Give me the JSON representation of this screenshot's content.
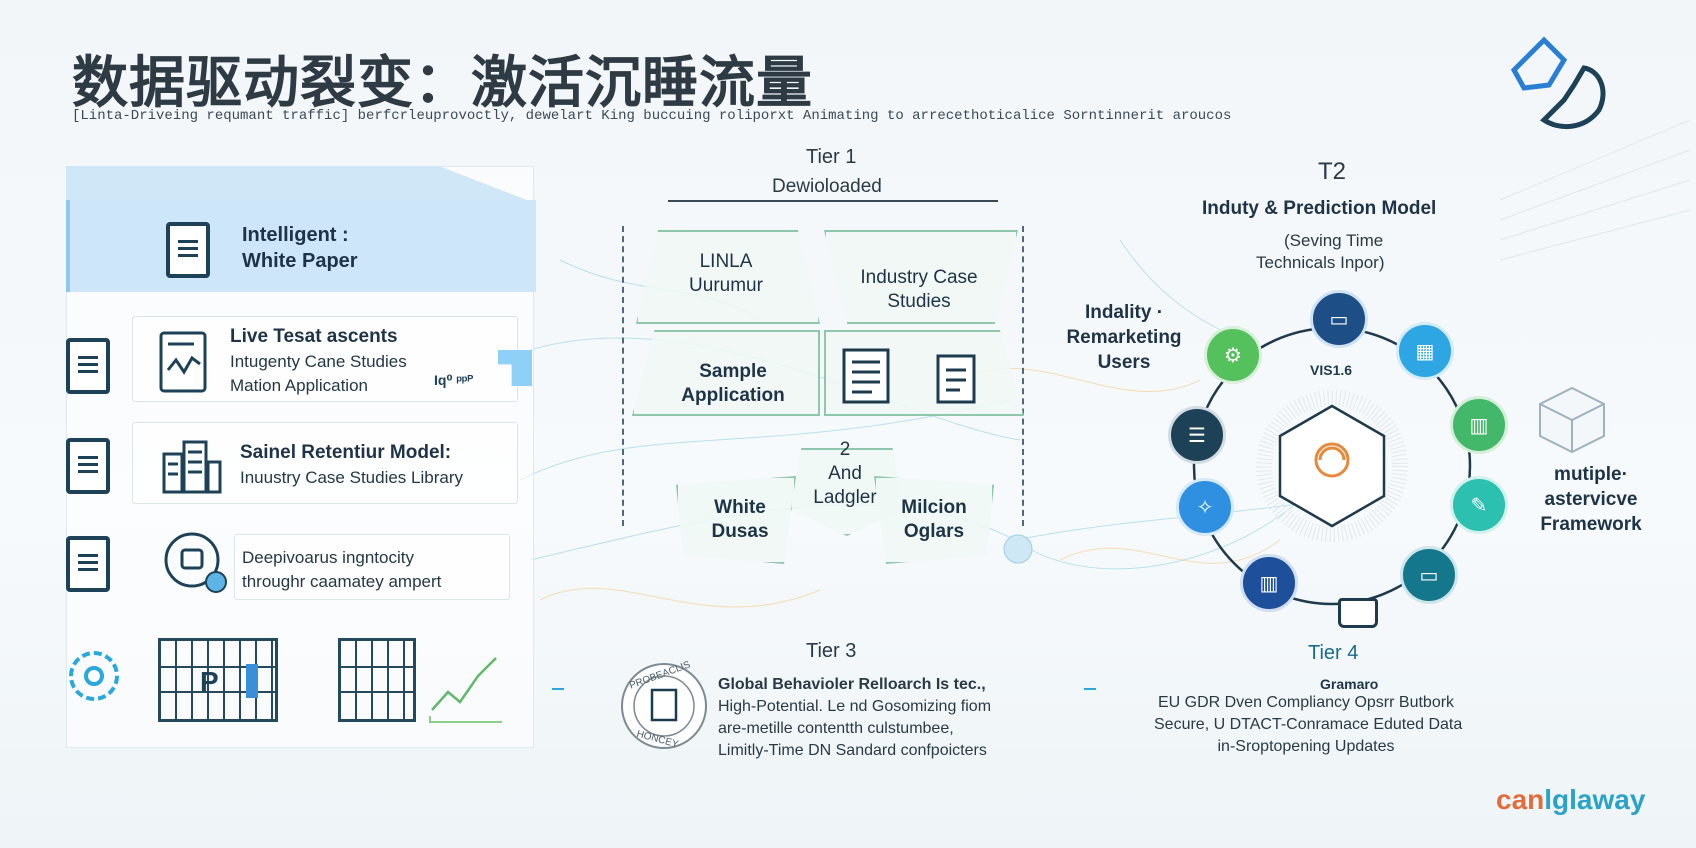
{
  "title": "数据驱动裂变：激活沉睡流量",
  "subtitle": "[Linta-Driveing requmant traffic] berfcrleuprovoctly, dewelart King buccuing roliporxt Animating to arrecethoticalice Sorntinnerit aroucos",
  "left": {
    "header": {
      "line1": "Intelligent :",
      "line2": "White Paper"
    },
    "row1": {
      "line1": "Live Tesat ascents",
      "line2": "Intugenty Cane Studies",
      "line3": "Mation Application",
      "overlay": "Iq⁰ ᵖᵖᴾ"
    },
    "row2": {
      "line1": "Sainel Retentiur Model:",
      "line2": "Inuustry Case Studies Library"
    },
    "row3": {
      "line1": "Deepivoarus ingntocity",
      "line2": "throughr caamatey ampert"
    },
    "row4": {
      "chart_label": "P"
    }
  },
  "center": {
    "tier1": {
      "label": "Tier 1",
      "sub": "Dewioloaded"
    },
    "boxes": {
      "linla": {
        "line1": "LINLA",
        "line2": "Uurumur"
      },
      "industry": {
        "line1": "Industry Case",
        "line2": "Studies"
      },
      "sample": {
        "line1": "Sample",
        "line2": "Application"
      }
    },
    "tier2": {
      "num": "2",
      "line1": "And",
      "line2": "Ladgler"
    },
    "white": {
      "line1": "White",
      "line2": "Dusas"
    },
    "milcion": {
      "line1": "Milcion",
      "line2": "Oglars"
    },
    "tier3": {
      "label": "Tier 3",
      "lines": [
        "Global Behavioler Relloarch Is tec.,",
        "High-Potential. Le nd Gosomizing fiom",
        "are-metille contentth culstumbee,",
        "Limitly-Time DN Sandard confpoicters"
      ],
      "stamp_top": "PROBEACLIS",
      "stamp_bottom": "HONCEY"
    }
  },
  "right": {
    "t2": {
      "label": "T2",
      "title": "Induty & Prediction Model",
      "sub1": "(Seving Time",
      "sub2": "Technicals Inpor)"
    },
    "remarketing": {
      "line1": "Indality ·",
      "line2": "Remarketing",
      "line3": "Users"
    },
    "center_label": "VIS1.6",
    "multiple": {
      "line1": "mutiple·",
      "line2": "astervicve",
      "line3": "Framework"
    },
    "tier4": {
      "label": "Tier 4",
      "sub": "Gramaro",
      "lines": [
        "EU GDR Dven Compliancy Opsrr Butbork",
        "Secure, U DTACT-Conramace Eduted Data",
        "in-Sroptopening Updates"
      ]
    }
  },
  "logo": {
    "part1": "can",
    "part2": "lglaway"
  },
  "colors": {
    "accent_blue": "#3a8fd9",
    "accent_green": "#4fba6f",
    "accent_teal": "#2bb3a3",
    "navy": "#1d4f86",
    "orange": "#e7893a"
  }
}
